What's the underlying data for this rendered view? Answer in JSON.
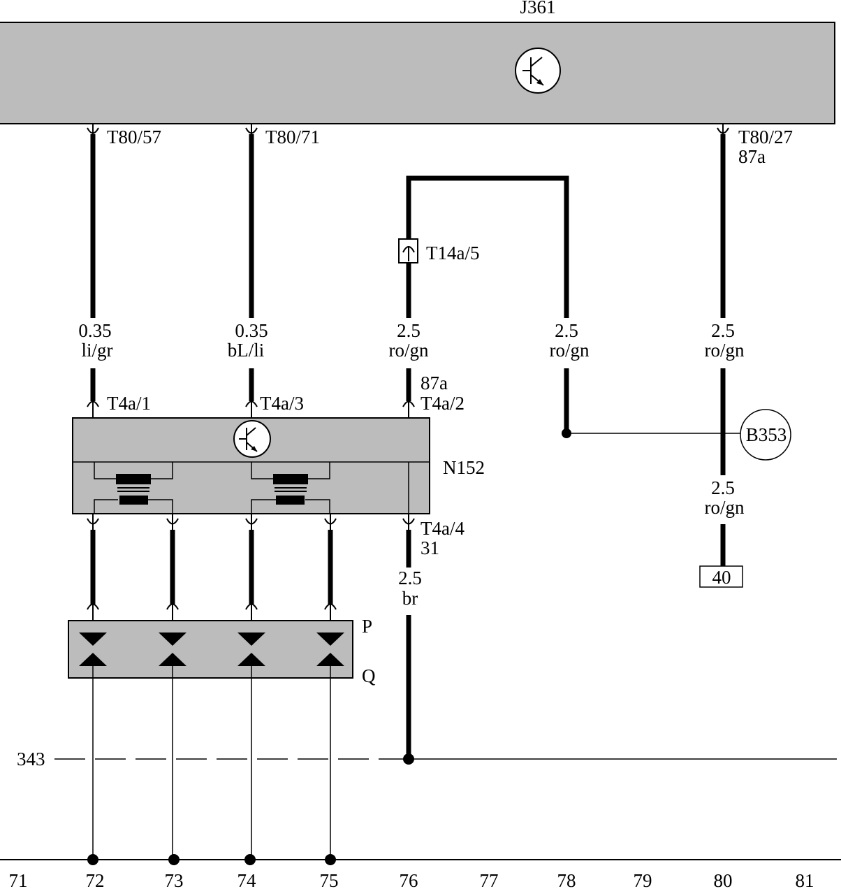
{
  "ecu": {
    "name": "J361"
  },
  "ecu_pins": {
    "p1": "T80/57",
    "p2": "T80/71",
    "p3": "T80/27",
    "p3_term": "87a"
  },
  "connector_top": {
    "label": "T14a/5"
  },
  "wires": {
    "w1": {
      "size": "0.35",
      "color": "li/gr"
    },
    "w2": {
      "size": "0.35",
      "color": "bL/li"
    },
    "w3": {
      "size": "2.5",
      "color": "ro/gn"
    },
    "w4": {
      "size": "2.5",
      "color": "ro/gn"
    },
    "w5": {
      "size": "2.5",
      "color": "ro/gn"
    },
    "w6": {
      "size": "2.5",
      "color": "ro/gn"
    },
    "w7": {
      "size": "2.5",
      "color": "br"
    }
  },
  "module": {
    "name": "N152",
    "pin1": "T4a/1",
    "pin3": "T4a/3",
    "pin2": "T4a/2",
    "pin2_term": "87a",
    "pin4": "T4a/4",
    "pin4_term": "31"
  },
  "splice": {
    "name": "B353"
  },
  "ground_ref": {
    "label": "40"
  },
  "spark_plug_labels": {
    "top": "P",
    "bottom": "Q"
  },
  "ground_bus": {
    "label": "343"
  },
  "grid_numbers": [
    "71",
    "72",
    "73",
    "74",
    "75",
    "76",
    "77",
    "78",
    "79",
    "80",
    "81"
  ]
}
